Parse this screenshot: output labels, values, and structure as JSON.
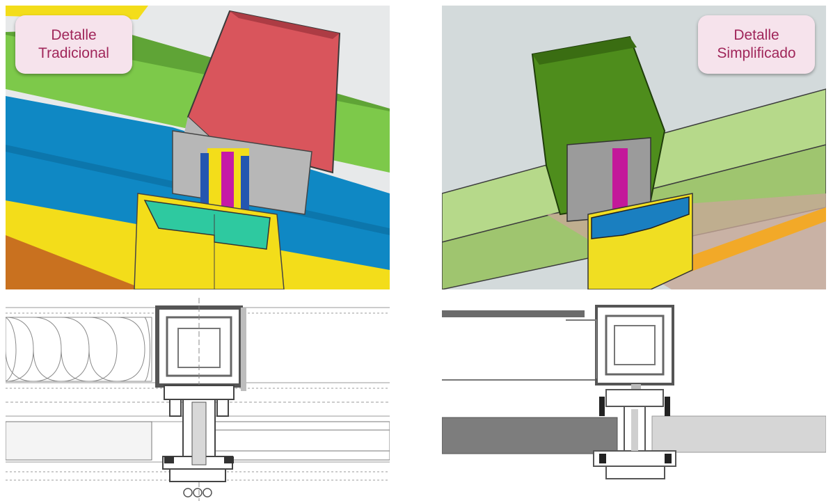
{
  "panels": {
    "traditional": {
      "label_line1": "Detalle",
      "label_line2": "Tradicional"
    },
    "simplified": {
      "label_line1": "Detalle",
      "label_line2": "Simplificado"
    }
  },
  "colors": {
    "traditional_mullion": "#d9555c",
    "traditional_beam": "#0f88c4",
    "traditional_floor": "#7dc94a",
    "traditional_transom": "#f3dd1a",
    "traditional_insert": "#2ec9a0",
    "traditional_gasket": "#c61aa6",
    "simplified_mullion": "#4e8d1c",
    "simplified_glass": "#b6d98a",
    "simplified_transom": "#f0de22",
    "simplified_insert": "#1a7fc0",
    "simplified_gasket": "#c3189a",
    "label_bg": "#f6e3ec",
    "label_text": "#a0265a"
  }
}
